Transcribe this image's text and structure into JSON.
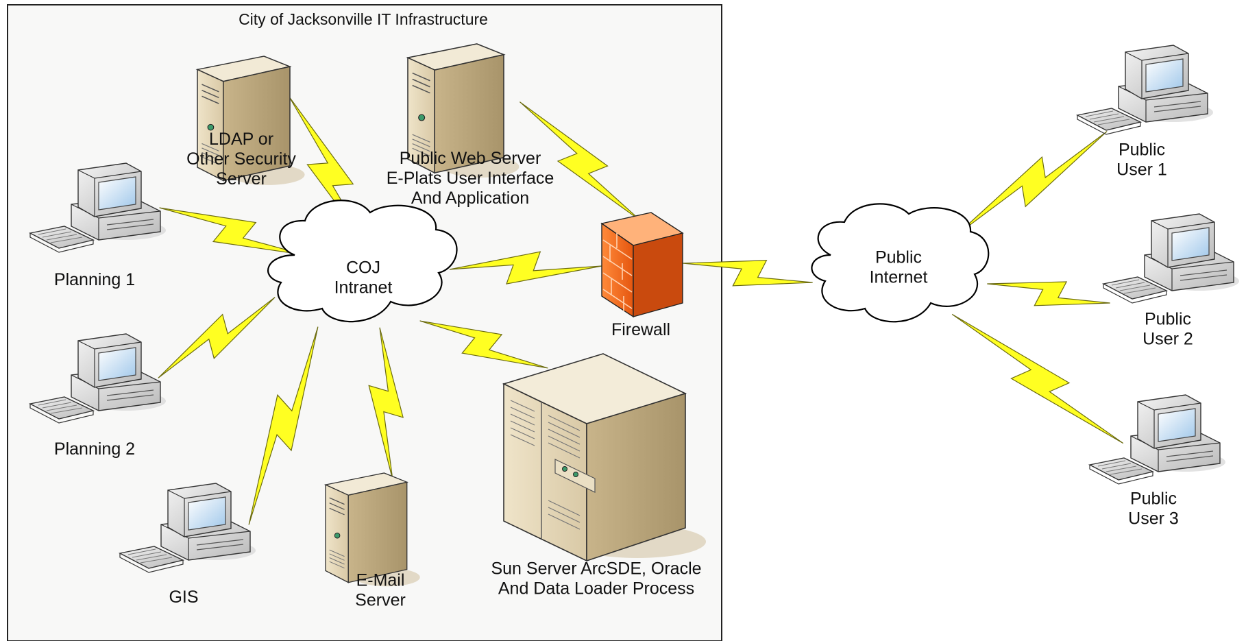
{
  "diagram": {
    "title": "City of Jacksonville IT Infrastructure",
    "nodes": {
      "ldap": [
        "LDAP or",
        "Other Security",
        "Server"
      ],
      "web_server": [
        "Public Web Server",
        "E-Plats User Interface",
        "And Application"
      ],
      "planning1": [
        "Planning 1"
      ],
      "planning2": [
        "Planning 2"
      ],
      "gis": [
        "GIS"
      ],
      "email": [
        "E-Mail",
        "Server"
      ],
      "sun_server": [
        "Sun Server ArcSDE, Oracle",
        "And Data Loader Process"
      ],
      "firewall": [
        "Firewall"
      ],
      "intranet": [
        "COJ",
        "Intranet"
      ],
      "internet": [
        "Public",
        "Internet"
      ],
      "public_user1": [
        "Public",
        "User 1"
      ],
      "public_user2": [
        "Public",
        "User 2"
      ],
      "public_user3": [
        "Public",
        "User 3"
      ]
    },
    "connections": [
      [
        "ldap",
        "intranet"
      ],
      [
        "planning1",
        "intranet"
      ],
      [
        "planning2",
        "intranet"
      ],
      [
        "gis",
        "intranet"
      ],
      [
        "email",
        "intranet"
      ],
      [
        "sun_server",
        "intranet"
      ],
      [
        "firewall",
        "intranet"
      ],
      [
        "web_server",
        "firewall"
      ],
      [
        "firewall",
        "internet"
      ],
      [
        "internet",
        "public_user1"
      ],
      [
        "internet",
        "public_user2"
      ],
      [
        "internet",
        "public_user3"
      ]
    ],
    "colors": {
      "boundary_fill": "#f8f8f7",
      "lightning": "#ffff22",
      "firewall": "#f26a1c",
      "server_beige": "#e9dcc0"
    }
  }
}
